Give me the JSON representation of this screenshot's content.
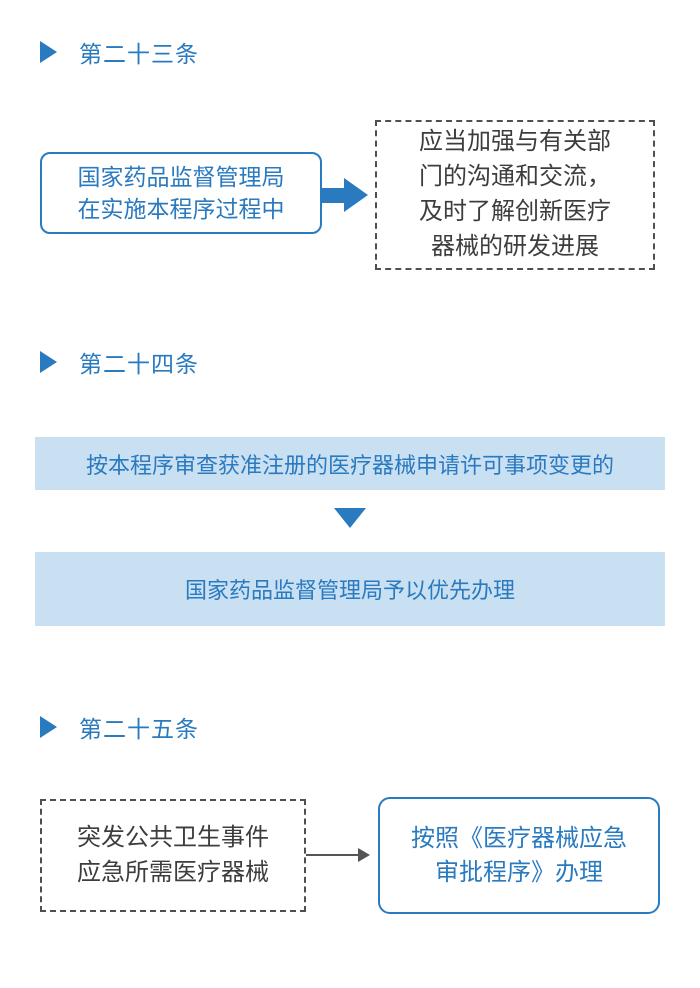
{
  "colors": {
    "accent": "#2a7ac0",
    "light_fill": "#c9dff2",
    "dashed_border": "#4f4f4f",
    "dark_text": "#3d3d3d",
    "arrow_gray": "#555555"
  },
  "article23": {
    "title": "第二十三条",
    "source_box": "国家药品监督管理局\n在实施本程序过程中",
    "target_box": "应当加强与有关部\n门的沟通和交流，\n及时了解创新医疗\n器械的研发进展"
  },
  "article24": {
    "title": "第二十四条",
    "condition_bar": "按本程序审查获准注册的医疗器械申请许可事项变更的",
    "result_bar": "国家药品监督管理局予以优先办理"
  },
  "article25": {
    "title": "第二十五条",
    "source_box": "突发公共卫生事件\n应急所需医疗器械",
    "target_box": "按照《医疗器械应急\n审批程序》办理"
  }
}
